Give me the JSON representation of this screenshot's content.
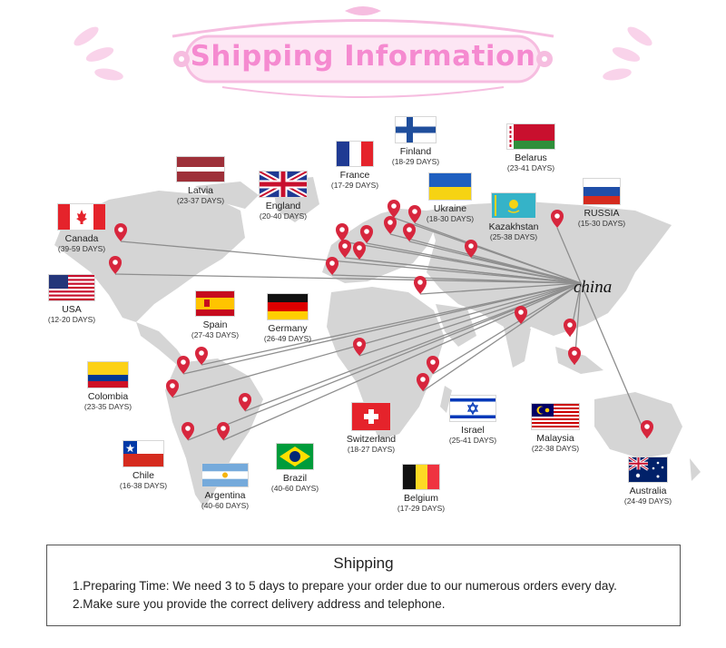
{
  "header": {
    "title": "Shipping Information"
  },
  "destination_label": "china",
  "countries": [
    {
      "key": "canada",
      "name": "Canada",
      "days": "(39-59 DAYS)"
    },
    {
      "key": "latvia",
      "name": "Latvia",
      "days": "(23-37 DAYS)"
    },
    {
      "key": "england",
      "name": "England",
      "days": "(20-40 DAYS)"
    },
    {
      "key": "france",
      "name": "France",
      "days": "(17-29 DAYS)"
    },
    {
      "key": "finland",
      "name": "Finland",
      "days": "(18-29 DAYS)"
    },
    {
      "key": "belarus",
      "name": "Belarus",
      "days": "(23-41 DAYS)"
    },
    {
      "key": "ukraine",
      "name": "Ukraine",
      "days": "(18-30 DAYS)"
    },
    {
      "key": "kazakhstan",
      "name": "Kazakhstan",
      "days": "(25-38 DAYS)"
    },
    {
      "key": "russia",
      "name": "RUSSIA",
      "days": "(15-30 DAYS)"
    },
    {
      "key": "usa",
      "name": "USA",
      "days": "(12-20 DAYS)"
    },
    {
      "key": "spain",
      "name": "Spain",
      "days": "(27-43 DAYS)"
    },
    {
      "key": "germany",
      "name": "Germany",
      "days": "(26-49 DAYS)"
    },
    {
      "key": "colombia",
      "name": "Colombia",
      "days": "(23-35 DAYS)"
    },
    {
      "key": "chile",
      "name": "Chile",
      "days": "(16-38 DAYS)"
    },
    {
      "key": "argentina",
      "name": "Argentina",
      "days": "(40-60 DAYS)"
    },
    {
      "key": "brazil",
      "name": "Brazil",
      "days": "(40-60 DAYS)"
    },
    {
      "key": "switzerland",
      "name": "Switzerland",
      "days": "(18-27 DAYS)"
    },
    {
      "key": "belgium",
      "name": "Belgium",
      "days": "(17-29 DAYS)"
    },
    {
      "key": "israel",
      "name": "Israel",
      "days": "(25-41 DAYS)"
    },
    {
      "key": "malaysia",
      "name": "Malaysia",
      "days": "(22-38 DAYS)"
    },
    {
      "key": "australia",
      "name": "Australia",
      "days": "(24-49 DAYS)"
    }
  ],
  "shipping_box": {
    "title": "Shipping",
    "line1": "1.Preparing Time: We need 3 to 5 days to prepare your order due to our numerous orders every day.",
    "line2": "2.Make sure you provide the correct delivery address and telephone."
  },
  "colors": {
    "title_pink": "#f58ad0",
    "banner_pink": "#f6bde0",
    "map_gray": "#d2d2d2",
    "route_gray": "#8e8e8e",
    "pin_red": "#d7263d"
  }
}
